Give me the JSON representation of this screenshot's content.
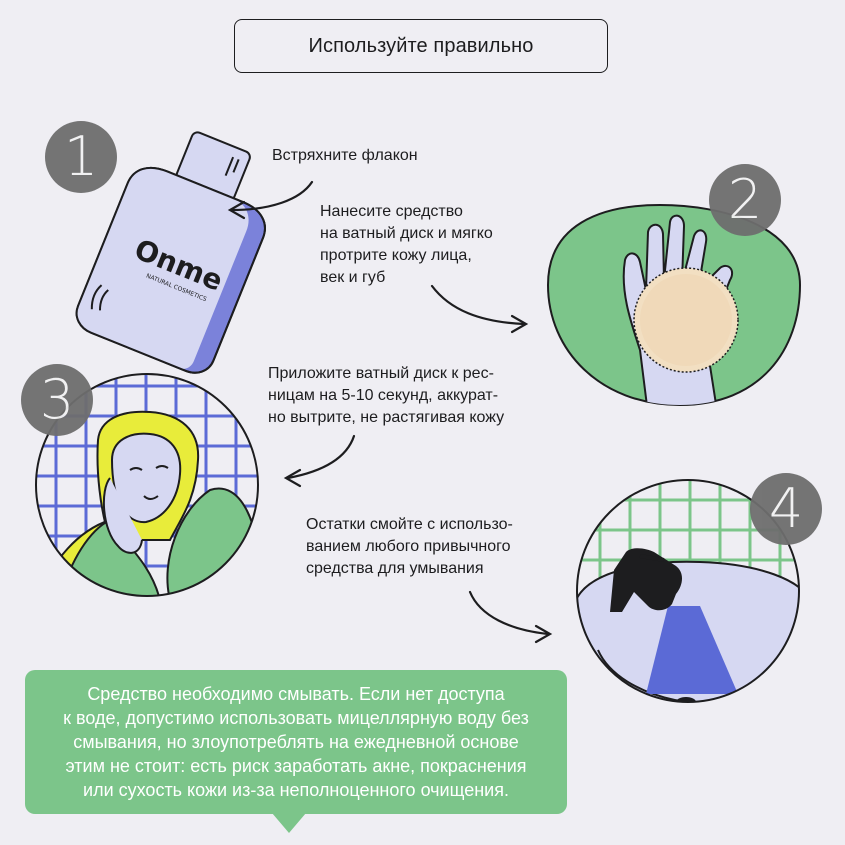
{
  "title": "Используйте правильно",
  "steps": [
    {
      "number": "1",
      "text": "Встряхните флакон"
    },
    {
      "number": "2",
      "text": "Нанесите средство\nна ватный диск и мягко\nпротрите кожу лица,\nвек и губ"
    },
    {
      "number": "3",
      "text": "Приложите ватный диск к рес-\nницам на 5-10 секунд, аккурат-\nно вытрите, не растягивая кожу"
    },
    {
      "number": "4",
      "text": "Остатки смойте с использо-\nванием любого привычного\nсредства для умывания"
    }
  ],
  "bottle": {
    "brand": "Onme",
    "subtitle": "NATURAL COSMETICS"
  },
  "note": "Средство необходимо смывать. Если нет доступа\nк воде, допустимо использовать мицеллярную воду без\nсмывания, но злоупотреблять на ежедневной основе\nэтим не стоит: есть риск заработать акне, покраснения\nили сухость кожи из-за неполноценного очищения.",
  "colors": {
    "background": "#efeef3",
    "accent_green": "#7cc58a",
    "lavender": "#d6d8f2",
    "blue": "#5b6ad6",
    "cotton": "#f2dfc2",
    "badge": "#6e6e6e",
    "hair": "#e8ec3a"
  }
}
